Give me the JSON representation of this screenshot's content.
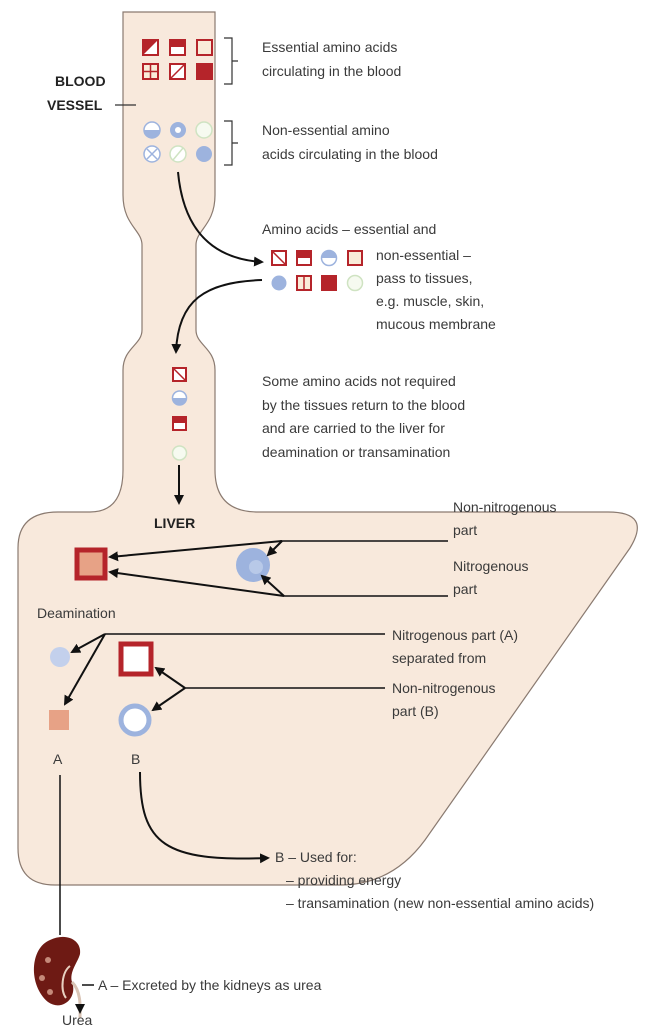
{
  "labels": {
    "blood_vessel_1": "BLOOD",
    "blood_vessel_2": "VESSEL",
    "essential_1": "Essential amino acids",
    "essential_2": "circulating in the blood",
    "nonessential_1": "Non-essential amino",
    "nonessential_2": "acids circulating in the blood",
    "amino_1": "Amino acids – essential and",
    "amino_2": "non-essential –",
    "amino_3": "pass to tissues,",
    "amino_4": "e.g. muscle, skin,",
    "amino_5": "mucous membrane",
    "return_1": "Some amino acids not required",
    "return_2": "by the tissues return to the blood",
    "return_3": "and are carried to the liver for",
    "return_4": "deamination or transamination",
    "liver": "LIVER",
    "nonnitro_1": "Non-nitrogenous",
    "nonnitro_2": "part",
    "nitro_1": "Nitrogenous",
    "nitro_2": "part",
    "deamination": "Deamination",
    "nitroA_1": "Nitrogenous part (A)",
    "nitroA_2": "separated from",
    "nonnitroB_1": "Non-nitrogenous",
    "nonnitroB_2": "part (B)",
    "A": "A",
    "B": "B",
    "b_used_1": "B – Used for:",
    "b_used_2": "– providing energy",
    "b_used_3": "– transamination (new non-essential amino acids)",
    "a_excreted": "A – Excreted by the kidneys as urea",
    "urea": "Urea"
  },
  "colors": {
    "vessel_fill": "#f8e9dc",
    "vessel_stroke": "#8a7a70",
    "red": "#b5242a",
    "blue": "#9db3de",
    "green": "#cfe3c2",
    "salmon": "#e7a286",
    "kidney": "#6e1a14"
  }
}
